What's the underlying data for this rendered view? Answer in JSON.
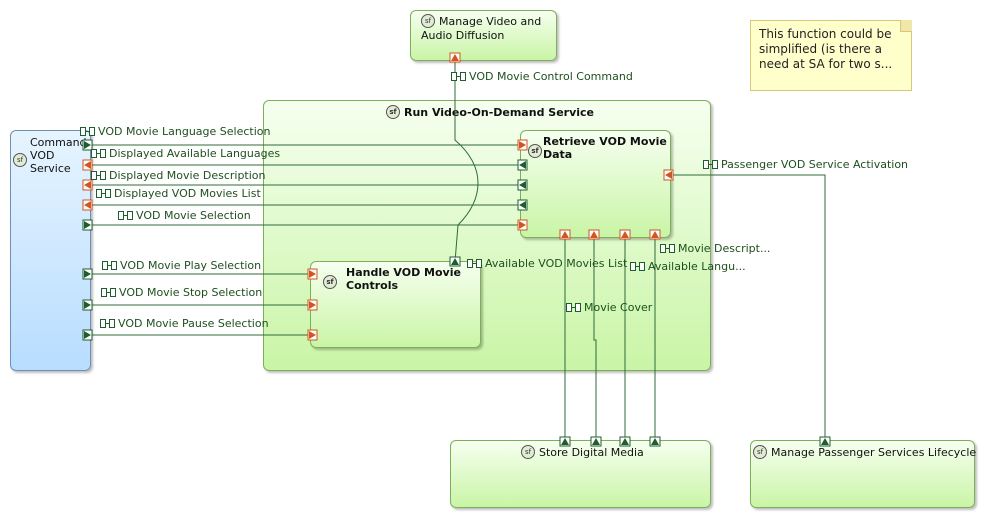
{
  "functions": {
    "manage_video": "Manage Video and Audio Diffusion",
    "run_vod": "Run Video-On-Demand Service",
    "command_vod": "Command VOD Service",
    "retrieve_vod": "Retrieve VOD Movie Data",
    "handle_vod": "Handle VOD Movie Controls",
    "store_media": "Store Digital Media",
    "manage_passenger": "Manage Passenger Services Lifecycle"
  },
  "note": "This function could be simplified (is there a need at SA for two s...",
  "exchanges": {
    "control_command": "VOD Movie Control Command",
    "language_selection": "VOD Movie Language Selection",
    "displayed_languages": "Displayed Available Languages",
    "displayed_description": "Displayed Movie Description",
    "displayed_list": "Displayed VOD Movies List",
    "movie_selection": "VOD Movie Selection",
    "play_selection": "VOD Movie Play Selection",
    "stop_selection": "VOD Movie Stop Selection",
    "pause_selection": "VOD Movie Pause Selection",
    "available_list": "Available VOD Movies List",
    "movie_description": "Movie Descript...",
    "available_languages": "Available Langu...",
    "movie_cover": "Movie Cover",
    "passenger_activation": "Passenger VOD Service Activation"
  },
  "badge": "sf",
  "colors": {
    "function_fill": "#c9f5a6",
    "actor_fill": "#b8ddff",
    "wire": "#2d6b3a",
    "port_in": "#1f5c2e",
    "port_out": "#d2541e",
    "note_fill": "#ffffcb"
  }
}
